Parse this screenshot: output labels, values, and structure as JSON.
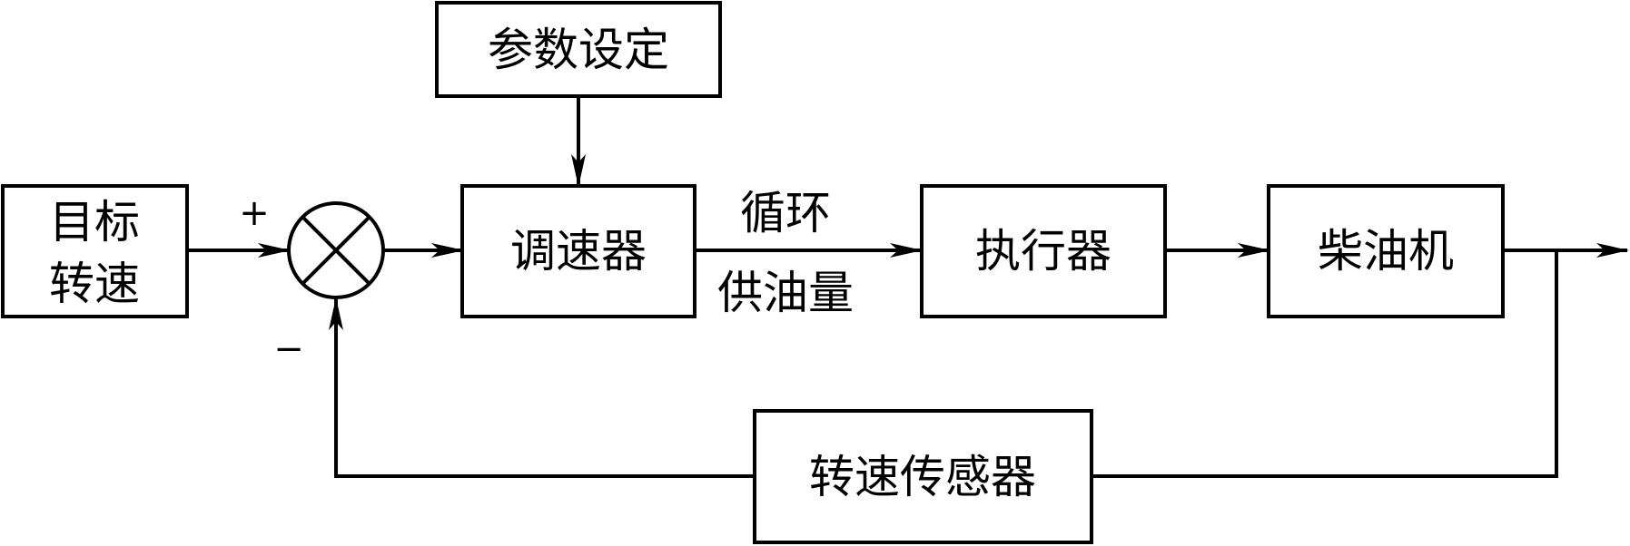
{
  "diagram": {
    "title": "柴油机转速闭环控制框图",
    "blocks": {
      "target_speed": {
        "line1": "目标",
        "line2": "转速"
      },
      "param_setting": {
        "label": "参数设定"
      },
      "governor": {
        "label": "调速器"
      },
      "actuator": {
        "label": "执行器"
      },
      "diesel_engine": {
        "label": "柴油机"
      },
      "speed_sensor": {
        "label": "转速传感器"
      }
    },
    "signals": {
      "fuel_line1": "循环",
      "fuel_line2": "供油量"
    },
    "summing_junction": {
      "plus": "+",
      "minus": "−"
    },
    "colors": {
      "stroke": "#000000",
      "background": "#ffffff"
    }
  }
}
